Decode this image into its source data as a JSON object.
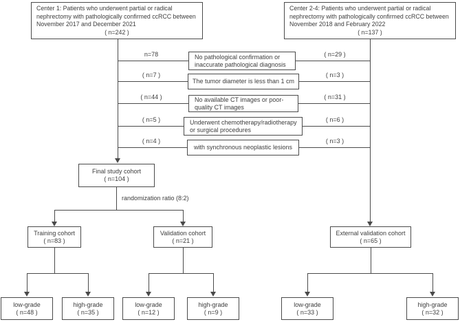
{
  "figure": {
    "type": "flowchart",
    "colors": {
      "line": "#4a4a4a",
      "border": "#4a4a4a",
      "text": "#3d3d3d",
      "background": "#ffffff"
    }
  },
  "center1": {
    "l1": "Center 1: Patients who underwent partial or radical",
    "l2": "nephrectomy with pathologically confirmed ccRCC between",
    "l3": "November 2017 and December 2021",
    "n": "( n=242 )"
  },
  "center24": {
    "l1": "Center 2-4: Patients who underwent partial or radical",
    "l2": "nephrectomy with pathologically confirmed ccRCC between",
    "l3": "November 2018 and February 2022",
    "n": "( n=137 )"
  },
  "exclusions": [
    {
      "left_n": "n=78",
      "right_n": "( n=29 )",
      "l1": "No pathological confirmation or",
      "l2": "inaccurate pathological diagnosis"
    },
    {
      "left_n": "( n=7 )",
      "right_n": "( n=3 )",
      "l1": "The tumor diameter is less than 1 cm",
      "l2": ""
    },
    {
      "left_n": "( n=44 )",
      "right_n": "( n=31 )",
      "l1": "No available CT images or poor-",
      "l2": "quality CT images"
    },
    {
      "left_n": "( n=5 )",
      "right_n": "( n=6 )",
      "l1": "Underwent chemotherapy/radiotherapy",
      "l2": "or surgical procedures"
    },
    {
      "left_n": "( n=4 )",
      "right_n": "( n=3 )",
      "l1": "with synchronous neoplastic lesions",
      "l2": ""
    }
  ],
  "final_cohort": {
    "label": "Final study cohort",
    "n": "( n=104 )"
  },
  "randomization_label": "randomization ratio (8:2)",
  "cohorts": {
    "training": {
      "label": "Training cohort",
      "n": "( n=83 )"
    },
    "validation": {
      "label": "Validation cohort",
      "n": "( n=21 )"
    },
    "external": {
      "label": "External validation cohort",
      "n": "( n=65 )"
    }
  },
  "grades": [
    {
      "label": "low-grade",
      "n": "( n=48 )"
    },
    {
      "label": "high-grade",
      "n": "( n=35 )"
    },
    {
      "label": "low-grade",
      "n": "( n=12 )"
    },
    {
      "label": "high-grade",
      "n": "( n=9 )"
    },
    {
      "label": "low-grade",
      "n": "( n=33 )"
    },
    {
      "label": "high-grade",
      "n": "( n=32 )"
    }
  ]
}
